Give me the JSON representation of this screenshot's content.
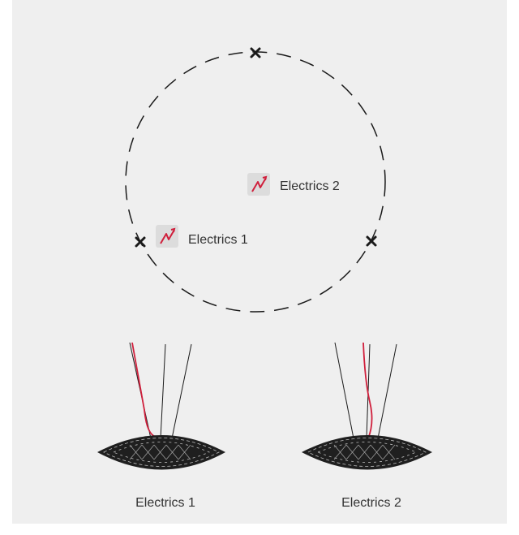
{
  "diagram": {
    "circle_markers": [
      {
        "label": "Electrics 1",
        "icon": "lightning-icon"
      },
      {
        "label": "Electrics 2",
        "icon": "lightning-icon"
      }
    ],
    "fixtures": [
      {
        "label": "Electrics 1"
      },
      {
        "label": "Electrics 2"
      }
    ]
  },
  "colors": {
    "background": "#efefef",
    "line": "#1a1a1a",
    "accent": "#d01f3c",
    "icon_bg": "#dcdcdc"
  }
}
